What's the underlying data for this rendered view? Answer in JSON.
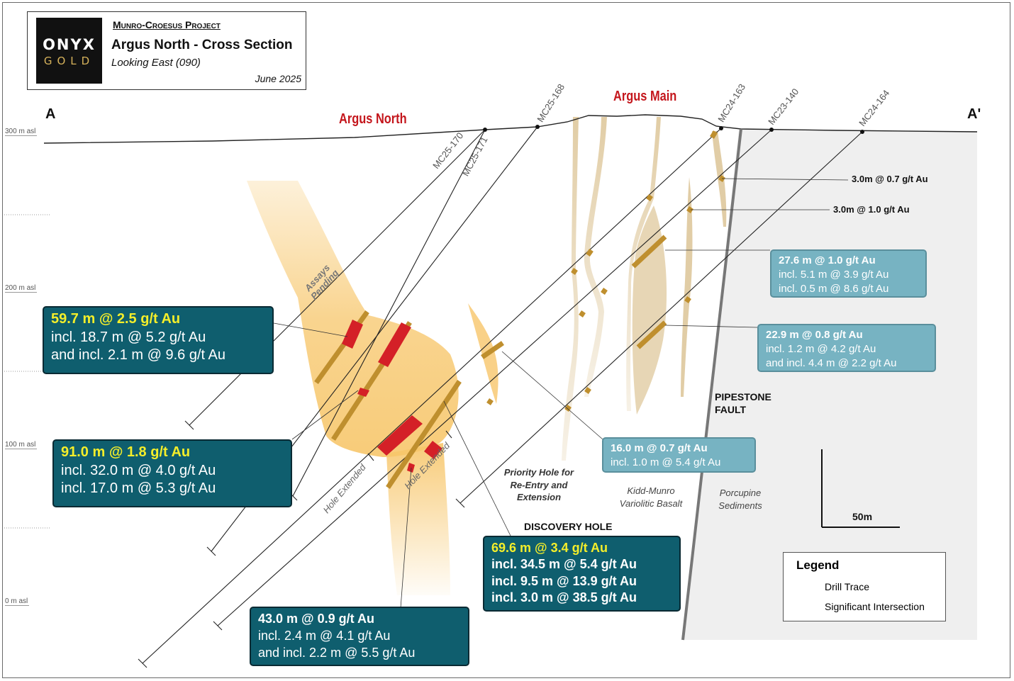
{
  "title_block": {
    "logo_line1": "ONYX",
    "logo_line2": "GOLD",
    "project": "Munro-Croesus Project",
    "title": "Argus North - Cross Section",
    "subtitle": "Looking East (090)",
    "date": "June 2025"
  },
  "section_ends": {
    "left": "A",
    "right": "A'"
  },
  "elevations": [
    "300 m asl",
    "200 m asl",
    "100 m asl",
    "0 m asl"
  ],
  "areas": {
    "north": "Argus North",
    "main": "Argus Main"
  },
  "drill_holes": [
    "MC25-170",
    "MC25-171",
    "MC25-168",
    "MC24-163",
    "MC23-140",
    "MC24-164"
  ],
  "small_intercepts": [
    "3.0m @ 0.7 g/t Au",
    "3.0m @ 1.0 g/t Au"
  ],
  "intercepts": {
    "b1": {
      "head": "59.7 m @ 2.5 g/t Au",
      "l1": "incl. 18.7 m @ 5.2 g/t Au",
      "l2": "and incl. 2.1 m @ 9.6 g/t Au"
    },
    "b2": {
      "head": "91.0 m @ 1.8 g/t Au",
      "l1": "incl. 32.0 m @ 4.0 g/t Au",
      "l2": "incl. 17.0 m @ 5.3 g/t Au"
    },
    "b3": {
      "head": "69.6 m @ 3.4 g/t Au",
      "l1": "incl. 34.5 m @ 5.4 g/t Au",
      "l2": "incl. 9.5 m @ 13.9 g/t Au",
      "l3": "incl. 3.0 m @ 38.5 g/t Au"
    },
    "b4": {
      "head": "43.0 m @ 0.9 g/t Au",
      "l1": "incl. 2.4 m @ 4.1 g/t Au",
      "l2": "and incl. 2.2 m @ 5.5 g/t Au"
    },
    "b5": {
      "head": "27.6 m @ 1.0 g/t Au",
      "l1": "incl. 5.1 m @ 3.9 g/t Au",
      "l2": "incl. 0.5 m @ 8.6 g/t Au"
    },
    "b6": {
      "head": "22.9 m @ 0.8 g/t Au",
      "l1": "incl. 1.2 m @ 4.2 g/t Au",
      "l2": "and incl. 4.4 m @ 2.2 g/t Au"
    },
    "b7": {
      "head": "16.0 m @ 0.7 g/t Au",
      "l1": "incl. 1.0 m @ 5.4 g/t Au"
    }
  },
  "labels": {
    "assays_pending": "Assays Pending",
    "hole_extended": "Hole Extended",
    "priority_hole": "Priority Hole for Re-Entry and Extension",
    "discovery_hole": "DISCOVERY HOLE",
    "kidd_munro": "Kidd-Munro Variolitic Basalt",
    "porcupine": "Porcupine Sediments",
    "pipestone": "PIPESTONE FAULT",
    "scale": "50m"
  },
  "legend": {
    "title": "Legend",
    "drill_trace": "Drill Trace",
    "sig_int": "Significant Intersection"
  },
  "colors": {
    "mineralization": "#f7c66a",
    "intersection": "#bf8f2e",
    "high_grade": "#d42027",
    "box_dark": "#0f5e6e",
    "box_light": "#77b3c2",
    "highlight_text": "#f4ee2a",
    "area_label": "#c4161c"
  }
}
